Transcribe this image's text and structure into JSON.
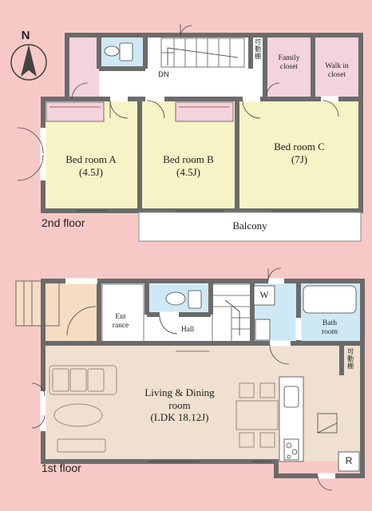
{
  "compass": {
    "north_label": "N",
    "icon": "north-arrow-icon"
  },
  "second_floor": {
    "floor_label": "2nd floor",
    "stair_label": "DN",
    "rooms": {
      "bedroom_a": {
        "name": "Bed room A",
        "size": "(4.5J)"
      },
      "bedroom_b": {
        "name": "Bed room B",
        "size": "(4.5J)"
      },
      "bedroom_c": {
        "name": "Bed room C",
        "size": "(7J)"
      },
      "family_closet": {
        "line1": "Family",
        "line2": "closet"
      },
      "walk_in_closet": {
        "line1": "Walk in",
        "line2": "closet"
      },
      "movable_shelf": {
        "line1": "可",
        "line2": "動",
        "line3": "棚"
      },
      "balcony": {
        "name": "Balcony"
      }
    }
  },
  "first_floor": {
    "floor_label": "1st floor",
    "rooms": {
      "entrance": {
        "line1": "Ent",
        "line2": "rance"
      },
      "hall": {
        "name": "Hall"
      },
      "bathroom": {
        "line1": "Bath",
        "line2": "room"
      },
      "washer": {
        "name": "W"
      },
      "fridge": {
        "name": "R"
      },
      "movable_shelf": {
        "line1": "可",
        "line2": "動",
        "line3": "棚"
      },
      "ldk": {
        "line1": "Living & Dining",
        "line2": "room",
        "line3": "(LDK 18.12J)"
      }
    }
  },
  "colors": {
    "background": "#f7c9c6",
    "wall": "#6b6b6b",
    "bedroom_floor": "#f6f3c6",
    "ldk_floor": "#efe0cf",
    "wet_area": "#cfe8f5",
    "closet_floor": "#f3d3dd",
    "white_area": "#ffffff",
    "entrance_floor": "#f6dcc2"
  }
}
